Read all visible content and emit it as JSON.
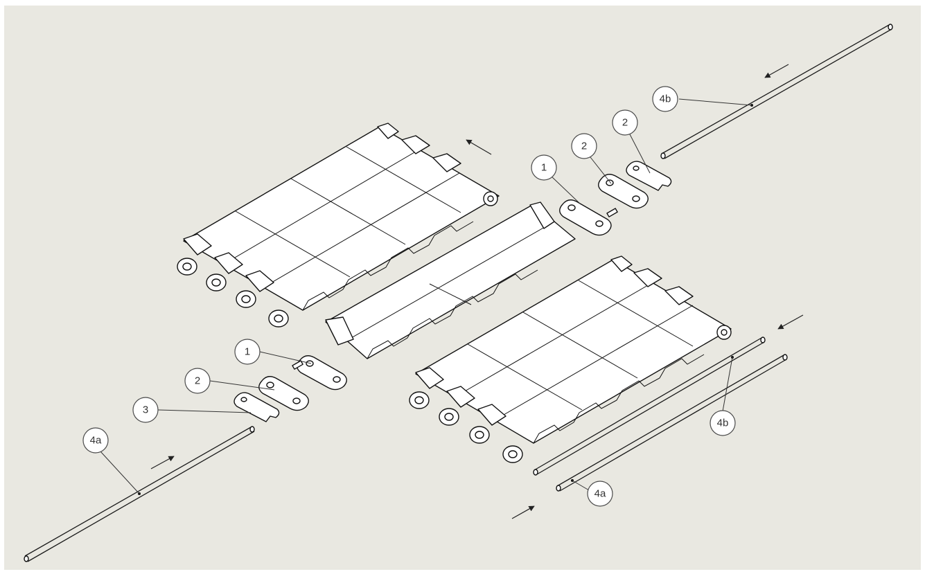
{
  "colors": {
    "background": "#e9e8e1",
    "line": "#111111",
    "callout_fill": "#ffffff"
  },
  "callouts": [
    {
      "id": "c-4b-top",
      "label": "4b"
    },
    {
      "id": "c-2-top-a",
      "label": "2"
    },
    {
      "id": "c-2-top-b",
      "label": "2"
    },
    {
      "id": "c-1-top",
      "label": "1"
    },
    {
      "id": "c-1-bottom",
      "label": "1"
    },
    {
      "id": "c-2-bottom",
      "label": "2"
    },
    {
      "id": "c-3",
      "label": "3"
    },
    {
      "id": "c-4a-left",
      "label": "4a"
    },
    {
      "id": "c-4b-right",
      "label": "4b"
    },
    {
      "id": "c-4a-right",
      "label": "4a"
    }
  ]
}
